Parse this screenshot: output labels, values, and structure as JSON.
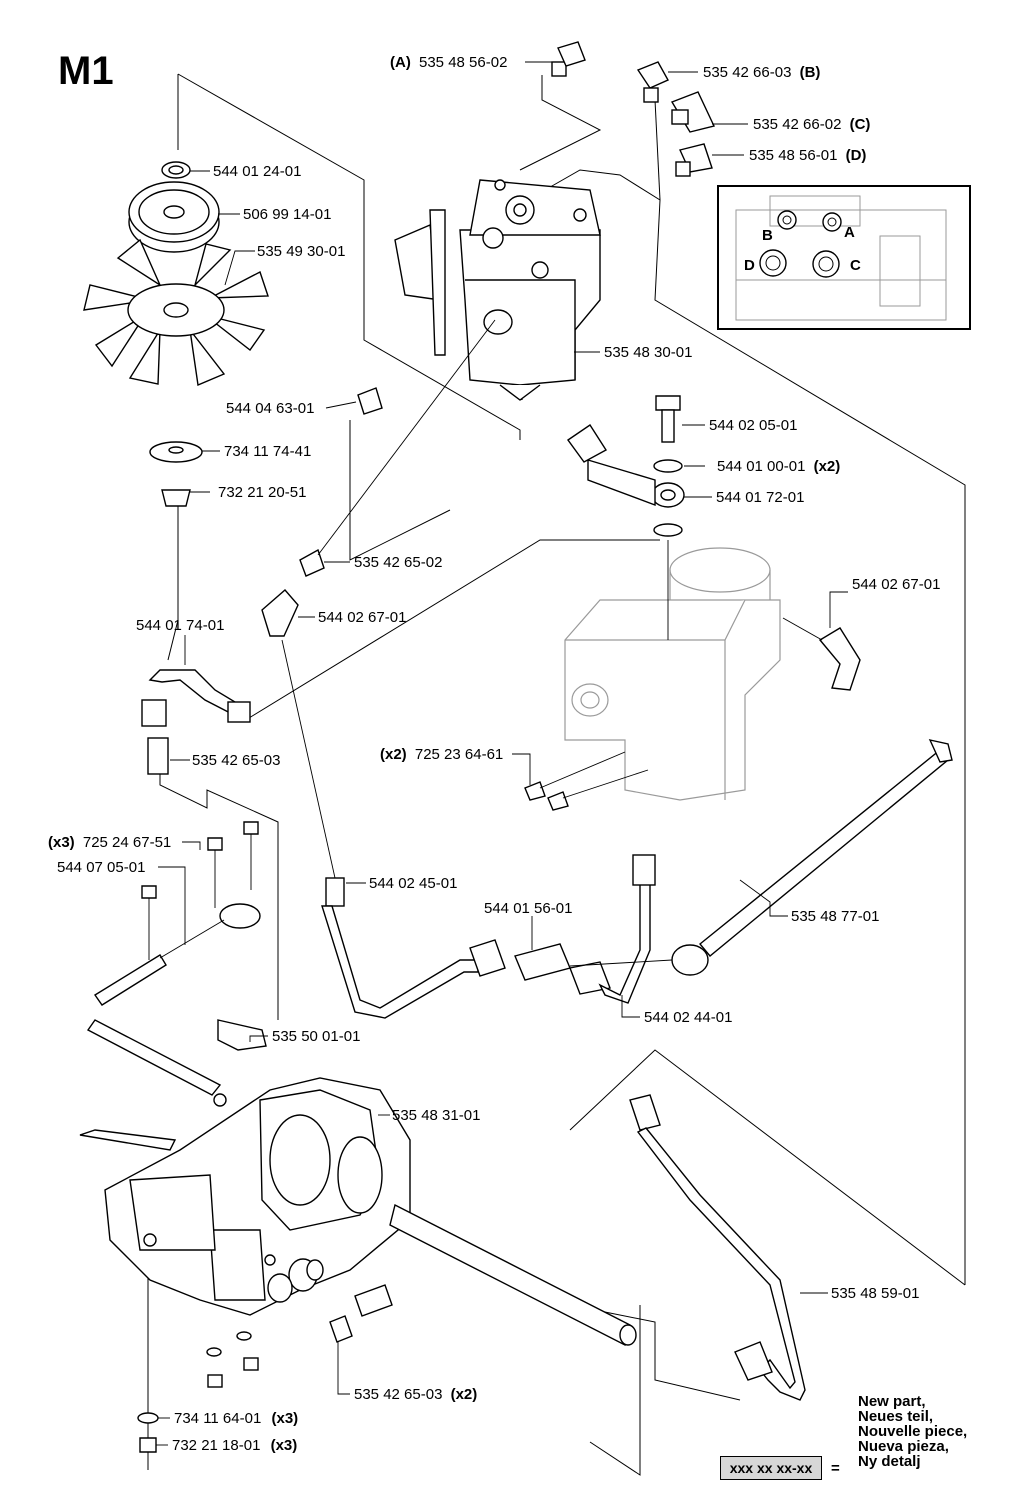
{
  "page": {
    "title": "M1"
  },
  "callouts": [
    {
      "prefix": "(A)",
      "number": "535 48 56-02",
      "suffix": ""
    },
    {
      "prefix": "",
      "number": "535 42 66-03",
      "suffix": "(B)"
    },
    {
      "prefix": "",
      "number": "535 42 66-02",
      "suffix": "(C)"
    },
    {
      "prefix": "",
      "number": "535 48 56-01",
      "suffix": "(D)"
    },
    {
      "prefix": "",
      "number": "544 01 24-01",
      "suffix": ""
    },
    {
      "prefix": "",
      "number": "506 99 14-01",
      "suffix": ""
    },
    {
      "prefix": "",
      "number": "535 49 30-01",
      "suffix": ""
    },
    {
      "prefix": "",
      "number": "535 48 30-01",
      "suffix": ""
    },
    {
      "prefix": "",
      "number": "544 04 63-01",
      "suffix": ""
    },
    {
      "prefix": "",
      "number": "544 02 05-01",
      "suffix": ""
    },
    {
      "prefix": "",
      "number": "734 11 74-41",
      "suffix": ""
    },
    {
      "prefix": "",
      "number": "544 01 00-01",
      "suffix": "(x2)"
    },
    {
      "prefix": "",
      "number": "732 21 20-51",
      "suffix": ""
    },
    {
      "prefix": "",
      "number": "544 01 72-01",
      "suffix": ""
    },
    {
      "prefix": "",
      "number": "535 42 65-02",
      "suffix": ""
    },
    {
      "prefix": "",
      "number": "544 02 67-01",
      "suffix": ""
    },
    {
      "prefix": "",
      "number": "544 02 67-01",
      "suffix": ""
    },
    {
      "prefix": "",
      "number": "544 01 74-01",
      "suffix": ""
    },
    {
      "prefix": "",
      "number": "535 42 65-03",
      "suffix": ""
    },
    {
      "prefix": "(x2)",
      "number": "725 23 64-61",
      "suffix": ""
    },
    {
      "prefix": "(x3)",
      "number": "725 24 67-51",
      "suffix": ""
    },
    {
      "prefix": "",
      "number": "544 07 05-01",
      "suffix": ""
    },
    {
      "prefix": "",
      "number": "544 02 45-01",
      "suffix": ""
    },
    {
      "prefix": "",
      "number": "544 01 56-01",
      "suffix": ""
    },
    {
      "prefix": "",
      "number": "535 48 77-01",
      "suffix": ""
    },
    {
      "prefix": "",
      "number": "544 02 44-01",
      "suffix": ""
    },
    {
      "prefix": "",
      "number": "535 50 01-01",
      "suffix": ""
    },
    {
      "prefix": "",
      "number": "535 48 31-01",
      "suffix": ""
    },
    {
      "prefix": "",
      "number": "535 48 59-01",
      "suffix": ""
    },
    {
      "prefix": "",
      "number": "535 42 65-03",
      "suffix": "(x2)"
    },
    {
      "prefix": "",
      "number": "734 11 64-01",
      "suffix": "(x3)"
    },
    {
      "prefix": "",
      "number": "732 21 18-01",
      "suffix": "(x3)"
    }
  ],
  "inset": {
    "port_labels": [
      "B",
      "A",
      "D",
      "C"
    ]
  },
  "legend": {
    "lines": [
      "New part,",
      "Neues teil,",
      "Nouvelle piece,",
      "Nueva pieza,",
      "Ny detalj"
    ],
    "box_text": "xxx xx xx-xx",
    "equals": "="
  }
}
